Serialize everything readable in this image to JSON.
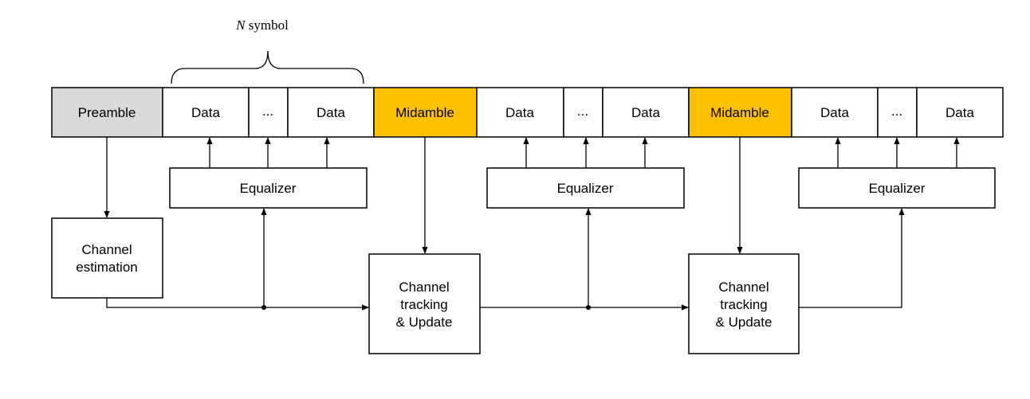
{
  "brace": {
    "n": "N",
    "symbol": "symbol"
  },
  "frame": [
    {
      "label": "Preamble",
      "kind": "preamble"
    },
    {
      "label": "Data",
      "kind": "data"
    },
    {
      "label": "...",
      "kind": "data"
    },
    {
      "label": "Data",
      "kind": "data"
    },
    {
      "label": "Midamble",
      "kind": "midamble"
    },
    {
      "label": "Data",
      "kind": "data"
    },
    {
      "label": "...",
      "kind": "data"
    },
    {
      "label": "Data",
      "kind": "data"
    },
    {
      "label": "Midamble",
      "kind": "midamble"
    },
    {
      "label": "Data",
      "kind": "data"
    },
    {
      "label": "...",
      "kind": "data"
    },
    {
      "label": "Data",
      "kind": "data"
    }
  ],
  "equalizers": [
    {
      "label": "Equalizer"
    },
    {
      "label": "Equalizer"
    },
    {
      "label": "Equalizer"
    }
  ],
  "channel_estimation": {
    "line1": "Channel",
    "line2": "estimation"
  },
  "tracking": [
    {
      "line1": "Channel",
      "line2": "tracking",
      "line3": "& Update"
    },
    {
      "line1": "Channel",
      "line2": "tracking",
      "line3": "& Update"
    }
  ],
  "colors": {
    "preamble": "#d9d9d9",
    "midamble": "#ffc000",
    "data": "#ffffff"
  }
}
